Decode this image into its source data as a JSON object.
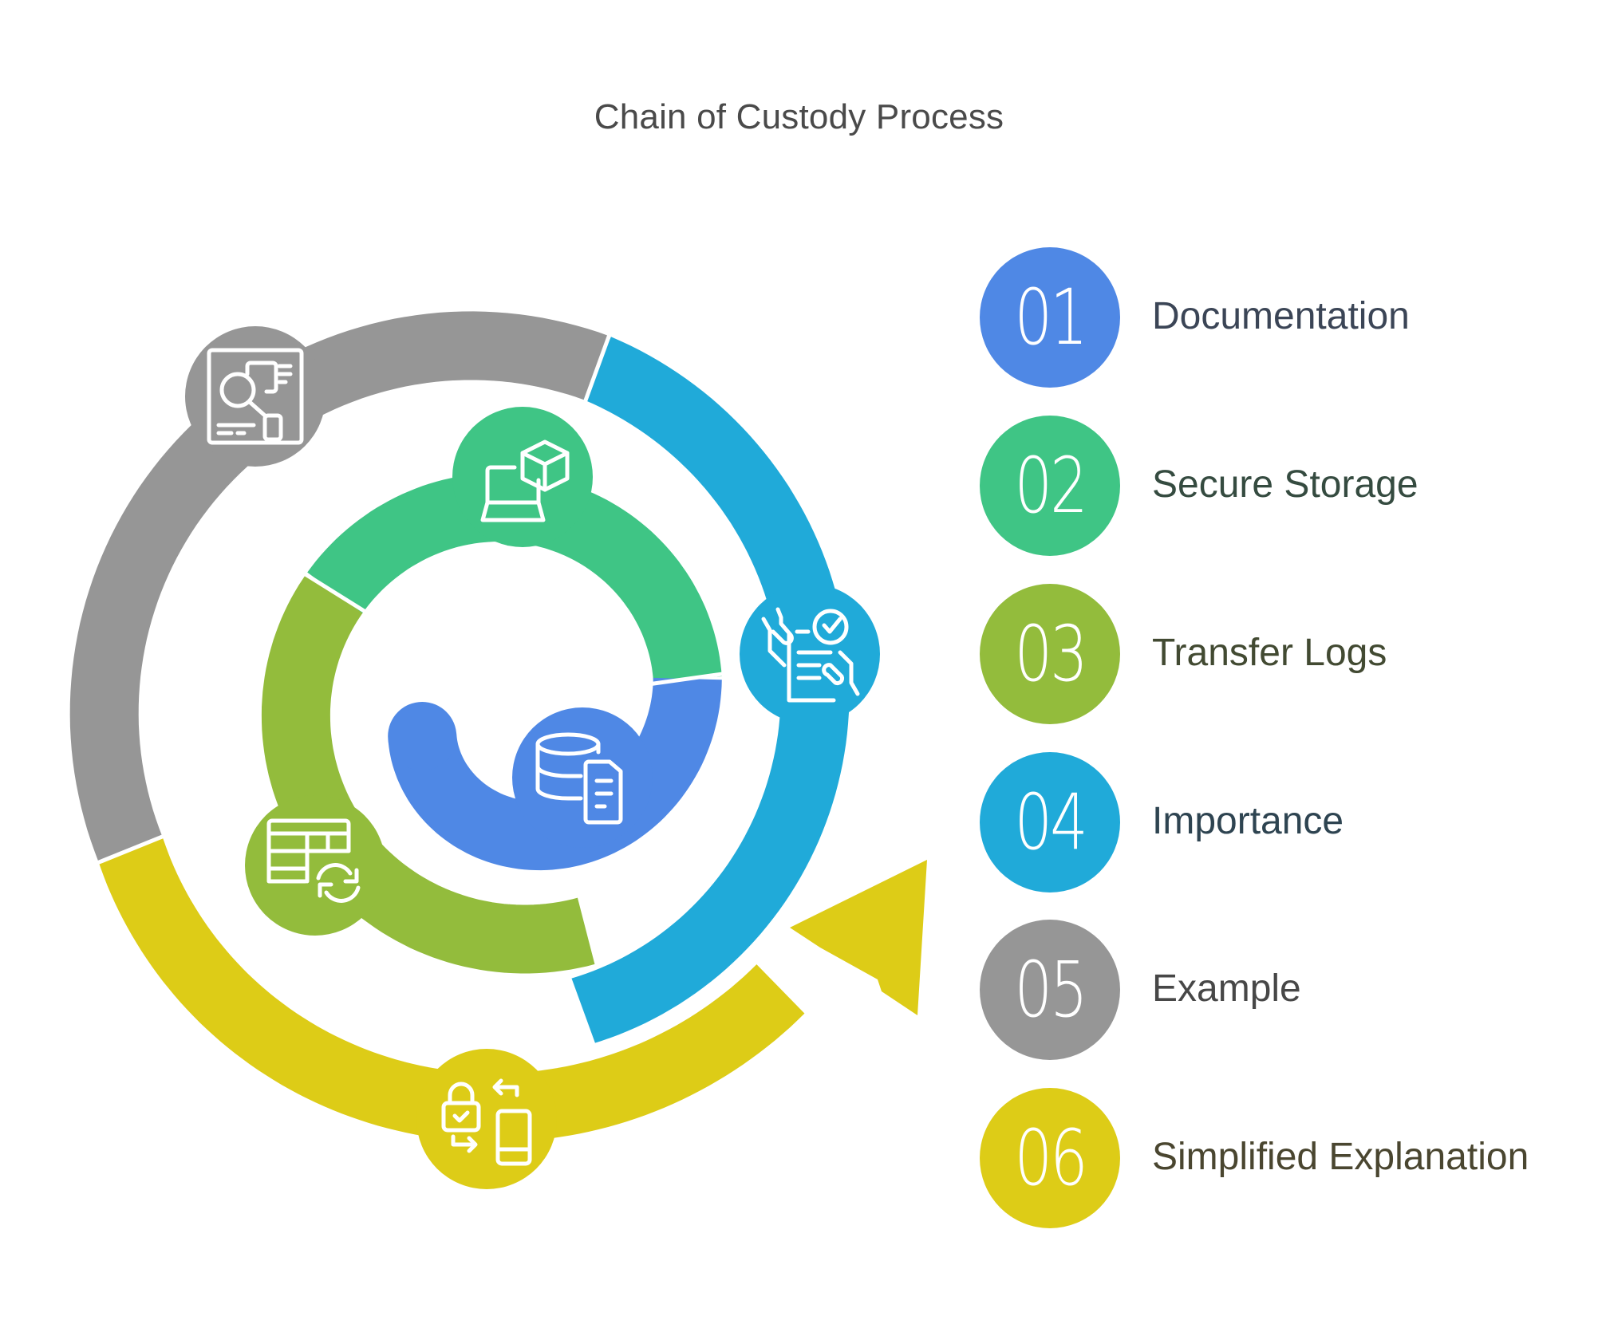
{
  "title": "Chain of Custody Process",
  "steps": [
    {
      "number": "01",
      "label": "Documentation",
      "color": "#4F88E5",
      "text_color": "#3B4556",
      "icon": "database-document-icon"
    },
    {
      "number": "02",
      "label": "Secure Storage",
      "color": "#3FC585",
      "text_color": "#354B40",
      "icon": "laptop-cube-icon"
    },
    {
      "number": "03",
      "label": "Transfer Logs",
      "color": "#93BC3C",
      "text_color": "#424A32",
      "icon": "table-sync-icon"
    },
    {
      "number": "04",
      "label": "Importance",
      "color": "#20AAD9",
      "text_color": "#2E4451",
      "icon": "hands-document-check-icon"
    },
    {
      "number": "05",
      "label": "Example",
      "color": "#969696",
      "text_color": "#474747",
      "icon": "analysis-board-icon"
    },
    {
      "number": "06",
      "label": "Simplified Explanation",
      "color": "#DDCC17",
      "text_color": "#4A4630",
      "icon": "lock-phone-transfer-icon"
    }
  ]
}
